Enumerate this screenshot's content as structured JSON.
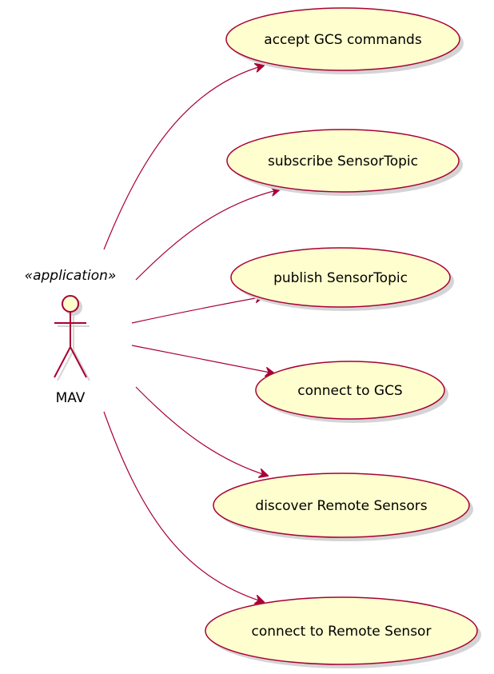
{
  "actor": {
    "stereotype": "«application»",
    "name": "MAV"
  },
  "use_cases": [
    "accept GCS commands",
    "subscribe SensorTopic",
    "publish SensorTopic",
    "connect to GCS",
    "discover Remote Sensors",
    "connect to Remote Sensor"
  ],
  "colors": {
    "usecase_fill": "#FEFECE",
    "line": "#A80036",
    "actor_fill": "#FEFECE",
    "shadow": "#D4D4D4"
  }
}
